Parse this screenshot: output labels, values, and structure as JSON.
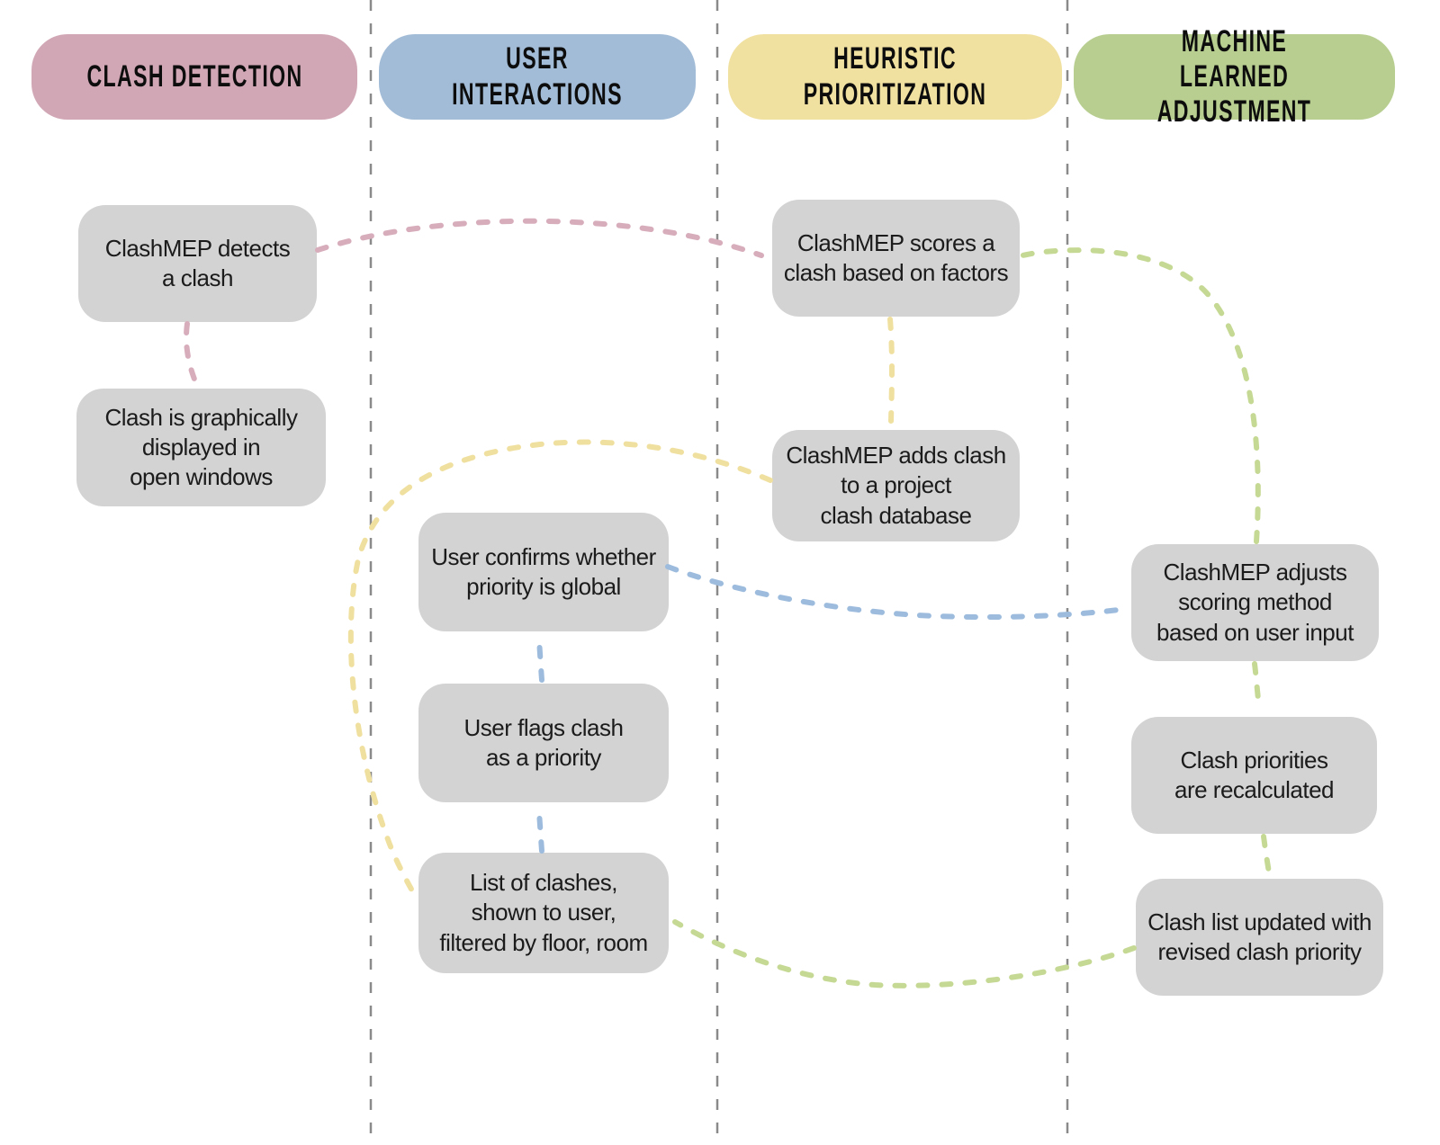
{
  "diagram": {
    "type": "flowchart",
    "columns": [
      {
        "id": "clash-detection",
        "label": "CLASH DETECTION",
        "color": "#d1a7b6"
      },
      {
        "id": "user-interactions",
        "label": "USER INTERACTIONS",
        "color": "#a2bcd7"
      },
      {
        "id": "heuristic-prioritization",
        "label": "HEURISTIC PRIORITIZATION",
        "color": "#f1e1a1"
      },
      {
        "id": "machine-learned-adjustment",
        "label": "MACHINE LEARNED\nADJUSTMENT",
        "color": "#b7ce90"
      }
    ],
    "boxes": {
      "detects": "ClashMEP detects\na clash",
      "displayed": "Clash is graphically\ndisplayed in\nopen windows",
      "confirms": "User confirms whether\npriority is global",
      "flags": "User flags clash\nas a priority",
      "list": "List of clashes,\nshown to user,\nfiltered by floor, room",
      "scores": "ClashMEP scores a\nclash based on factors",
      "adds": "ClashMEP adds clash\nto a project\nclash database",
      "adjusts": "ClashMEP adjusts\nscoring method\nbased on user input",
      "recalculated": "Clash priorities\nare recalculated",
      "updated": "Clash list updated with\nrevised clash priority"
    },
    "flows": [
      {
        "from": "detects",
        "to": "displayed",
        "color_key": "arrow_pink"
      },
      {
        "from": "detects",
        "to": "scores",
        "color_key": "arrow_pink"
      },
      {
        "from": "scores",
        "to": "adds",
        "color_key": "arrow_yellow"
      },
      {
        "from": "adds",
        "to": "list",
        "color_key": "arrow_yellow"
      },
      {
        "from": "list",
        "to": "flags",
        "color_key": "arrow_blue"
      },
      {
        "from": "flags",
        "to": "confirms",
        "color_key": "arrow_blue"
      },
      {
        "from": "confirms",
        "to": "adjusts",
        "color_key": "arrow_blue"
      },
      {
        "from": "adjusts",
        "to": "scores",
        "color_key": "arrow_green"
      },
      {
        "from": "adjusts",
        "to": "recalculated",
        "color_key": "arrow_green"
      },
      {
        "from": "recalculated",
        "to": "updated",
        "color_key": "arrow_green"
      },
      {
        "from": "updated",
        "to": "list",
        "color_key": "arrow_green"
      }
    ]
  },
  "colors": {
    "arrow_pink": "#d7adbc",
    "arrow_yellow": "#f0e0a0",
    "arrow_blue": "#9dbcdd",
    "arrow_green": "#c6d994",
    "divider": "#8a8a8a",
    "box_fill": "#d3d3d3",
    "box_text": "#1b1b1b"
  }
}
